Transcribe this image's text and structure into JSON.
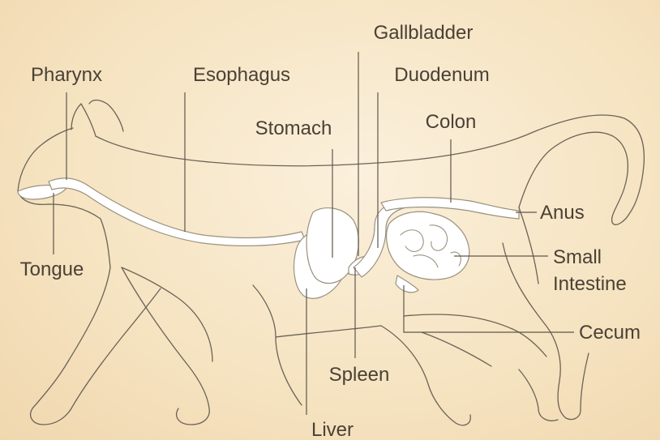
{
  "labels": {
    "pharynx": "Pharynx",
    "esophagus": "Esophagus",
    "gallbladder": "Gallbladder",
    "duodenum": "Duodenum",
    "stomach": "Stomach",
    "colon": "Colon",
    "anus": "Anus",
    "tongue": "Tongue",
    "small_intestine_line1": "Small",
    "small_intestine_line2": "Intestine",
    "cecum": "Cecum",
    "spleen": "Spleen",
    "liver": "Liver"
  },
  "colors": {
    "background": "#f6e4c2",
    "outline": "#6b6356",
    "organ_fill": "#ffffff",
    "text": "#4a4136"
  }
}
